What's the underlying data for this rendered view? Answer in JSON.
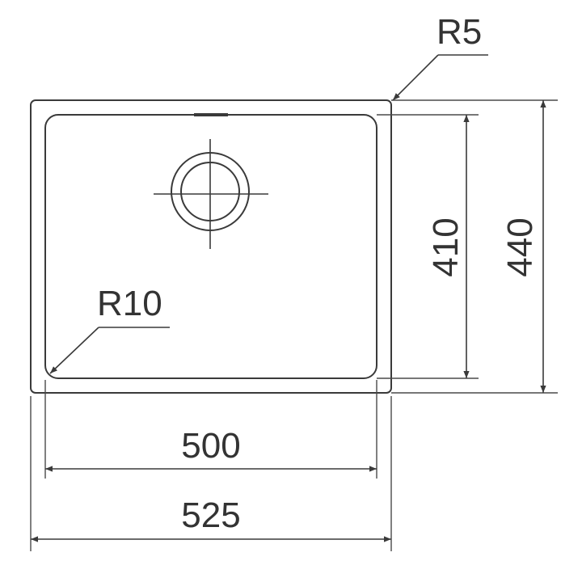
{
  "dimensions": {
    "outer_width": "525",
    "inner_width": "500",
    "outer_height": "440",
    "inner_height": "410",
    "outer_corner_radius": "R5",
    "inner_corner_radius": "R10"
  },
  "colors": {
    "line": "#3a3a3a",
    "text": "#333333",
    "background": "#ffffff"
  }
}
